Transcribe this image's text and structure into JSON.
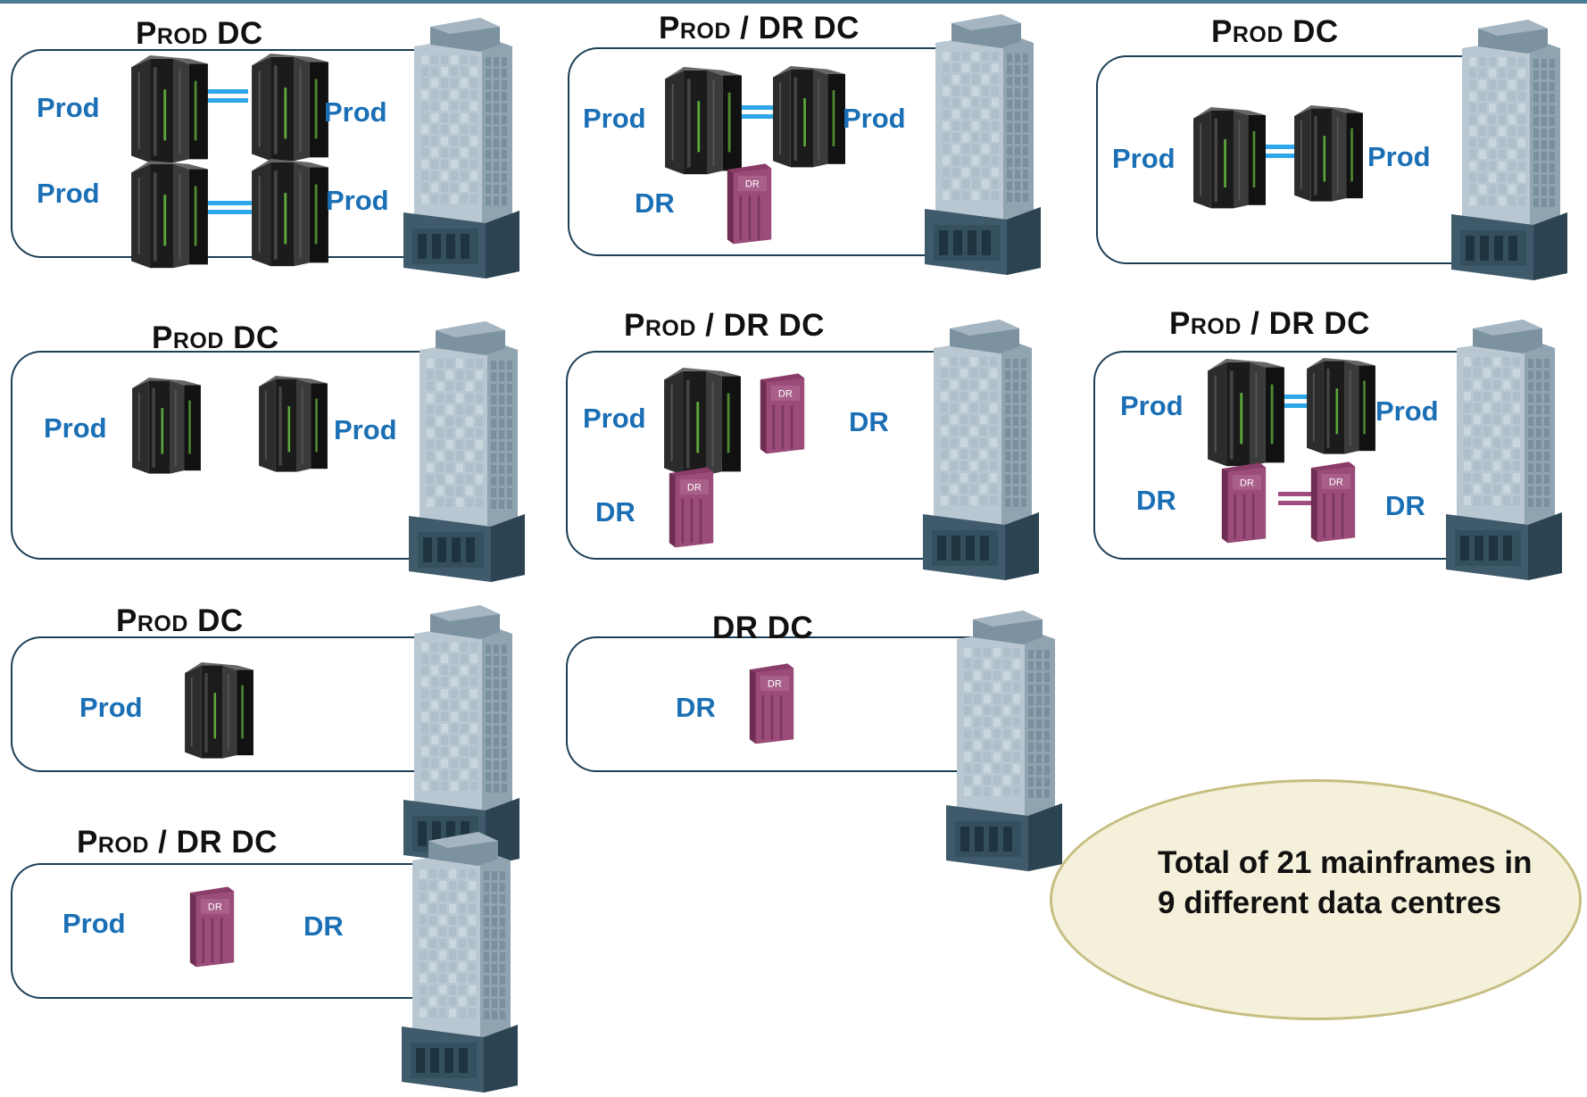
{
  "datacentres": [
    {
      "title": "Prod DC",
      "labels": [
        "Prod",
        "Prod",
        "Prod",
        "Prod"
      ],
      "mainframes": [
        "",
        "",
        "",
        ""
      ]
    },
    {
      "title": "Prod / DR DC",
      "labels": [
        "Prod",
        "Prod",
        "DR"
      ],
      "mainframes": [
        "",
        "",
        "DR"
      ]
    },
    {
      "title": "Prod DC",
      "labels": [
        "Prod",
        "Prod"
      ],
      "mainframes": [
        "",
        ""
      ]
    },
    {
      "title": "Prod DC",
      "labels": [
        "Prod",
        "Prod"
      ],
      "mainframes": [
        "",
        ""
      ]
    },
    {
      "title": "Prod / DR DC",
      "labels": [
        "Prod",
        "DR",
        "DR"
      ],
      "mainframes": [
        "",
        "DR",
        "DR"
      ]
    },
    {
      "title": "Prod / DR DC",
      "labels": [
        "Prod",
        "Prod",
        "DR",
        "DR"
      ],
      "mainframes": [
        "",
        "",
        "DR",
        "DR"
      ]
    },
    {
      "title": "Prod DC",
      "labels": [
        "Prod"
      ],
      "mainframes": [
        ""
      ]
    },
    {
      "title": "DR DC",
      "labels": [
        "DR"
      ],
      "mainframes": [
        "DR"
      ]
    },
    {
      "title": "Prod / DR DC",
      "labels": [
        "Prod",
        "DR"
      ],
      "mainframes": [
        "DR"
      ]
    }
  ],
  "summary": {
    "text": "Total of 21 mainframes in 9 different data centres"
  },
  "colors": {
    "label": "#1a6fb5",
    "prod_link": "#2da7ea",
    "dr_link": "#a04e80",
    "box_border": "#1d3f55",
    "note_fill": "#f5f0da"
  },
  "icons": {
    "prod_mainframe": "black-server-rack-icon",
    "dr_mainframe": "maroon-dr-server-rack-icon",
    "building": "office-tower-icon"
  }
}
